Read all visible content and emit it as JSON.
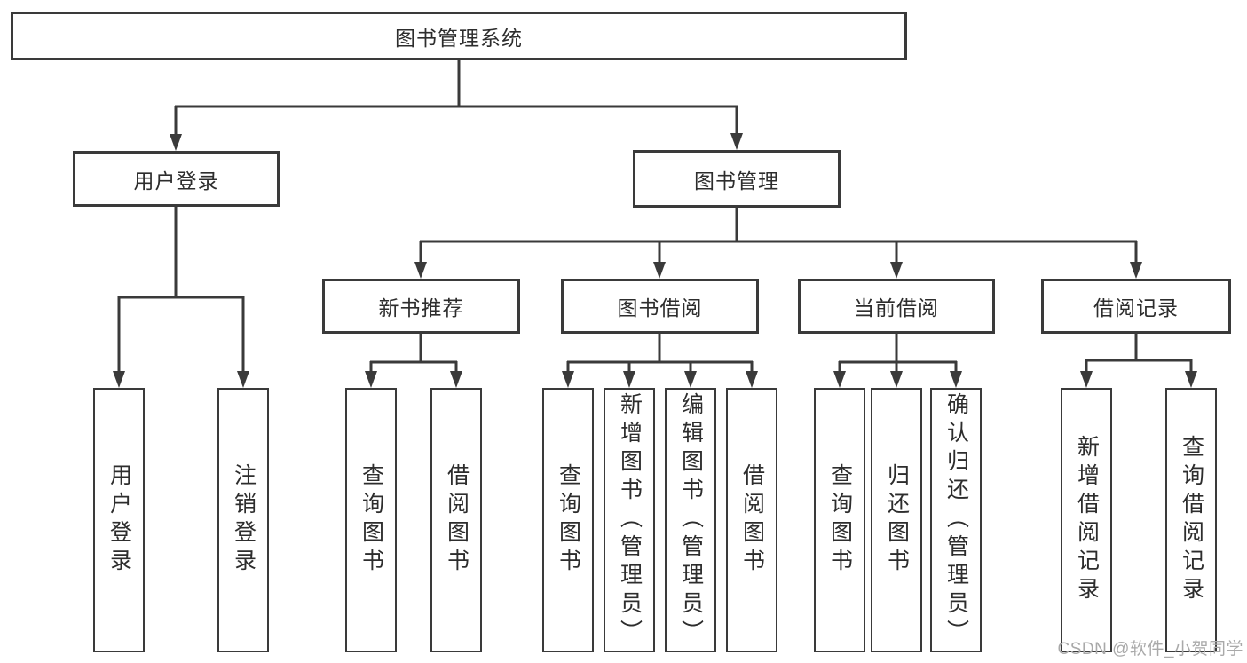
{
  "tree": {
    "label": "图书管理系统",
    "children": [
      {
        "label": "用户登录",
        "children": [
          {
            "label": "用户登录"
          },
          {
            "label": "注销登录"
          }
        ]
      },
      {
        "label": "图书管理",
        "children": [
          {
            "label": "新书推荐",
            "children": [
              {
                "label": "查询图书"
              },
              {
                "label": "借阅图书"
              }
            ]
          },
          {
            "label": "图书借阅",
            "children": [
              {
                "label": "查询图书"
              },
              {
                "label": "新增图书（管理员）"
              },
              {
                "label": "编辑图书（管理员）"
              },
              {
                "label": "借阅图书"
              }
            ]
          },
          {
            "label": "当前借阅",
            "children": [
              {
                "label": "查询图书"
              },
              {
                "label": "归还图书"
              },
              {
                "label": "确认归还（管理员）"
              }
            ]
          },
          {
            "label": "借阅记录",
            "children": [
              {
                "label": "新增借阅记录"
              },
              {
                "label": "查询借阅记录"
              }
            ]
          }
        ]
      }
    ]
  },
  "watermark": "CSDN @软件_小贺同学",
  "colors": {
    "line": "#3a3a3a",
    "text": "#2d2d2d",
    "watermark": "#a9a9a9",
    "bg": "#ffffff"
  }
}
